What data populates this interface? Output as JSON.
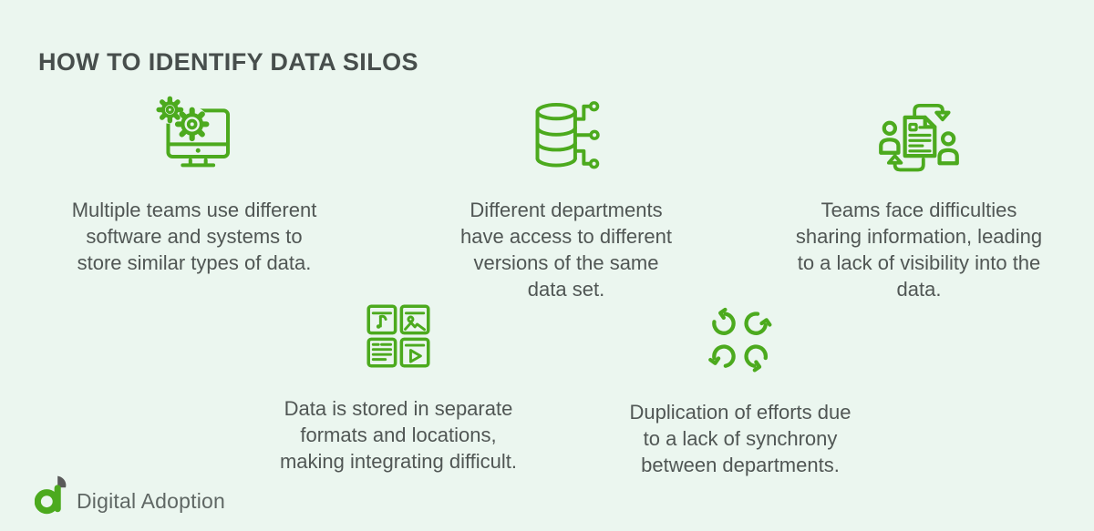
{
  "title": "HOW TO IDENTIFY DATA SILOS",
  "colors": {
    "background": "#ebf6ef",
    "accent_green": "#4caa1e",
    "title_text": "#474e4c",
    "body_text": "#505654",
    "logo_gray": "#5f6764"
  },
  "items": [
    {
      "icon": "monitor-gears-icon",
      "text": "Multiple teams use different software and systems to store similar types of data.",
      "lines": [
        "Multiple teams use different",
        "software and systems to",
        "store similar types of data."
      ]
    },
    {
      "icon": "database-network-icon",
      "text": "Different departments have access to different versions of the same data set.",
      "lines": [
        "Different departments",
        "have access to different",
        "versions of the same",
        "data set."
      ]
    },
    {
      "icon": "people-document-exchange-icon",
      "text": "Teams face difficulties sharing information, leading to a lack of visibility into the data.",
      "lines": [
        "Teams face difficulties",
        "sharing information, leading",
        "to a lack of visibility into the",
        "data."
      ]
    },
    {
      "icon": "file-formats-grid-icon",
      "text": "Data is stored in separate formats and locations, making integrating difficult.",
      "lines": [
        "Data is stored in separate",
        "formats and locations,",
        "making integrating difficult."
      ]
    },
    {
      "icon": "sync-arrows-icon",
      "text": "Duplication of efforts due to a lack of synchrony between departments.",
      "lines": [
        "Duplication of efforts due",
        "to a lack of synchrony",
        "between departments."
      ]
    }
  ],
  "footer": {
    "brand": "Digital Adoption"
  }
}
